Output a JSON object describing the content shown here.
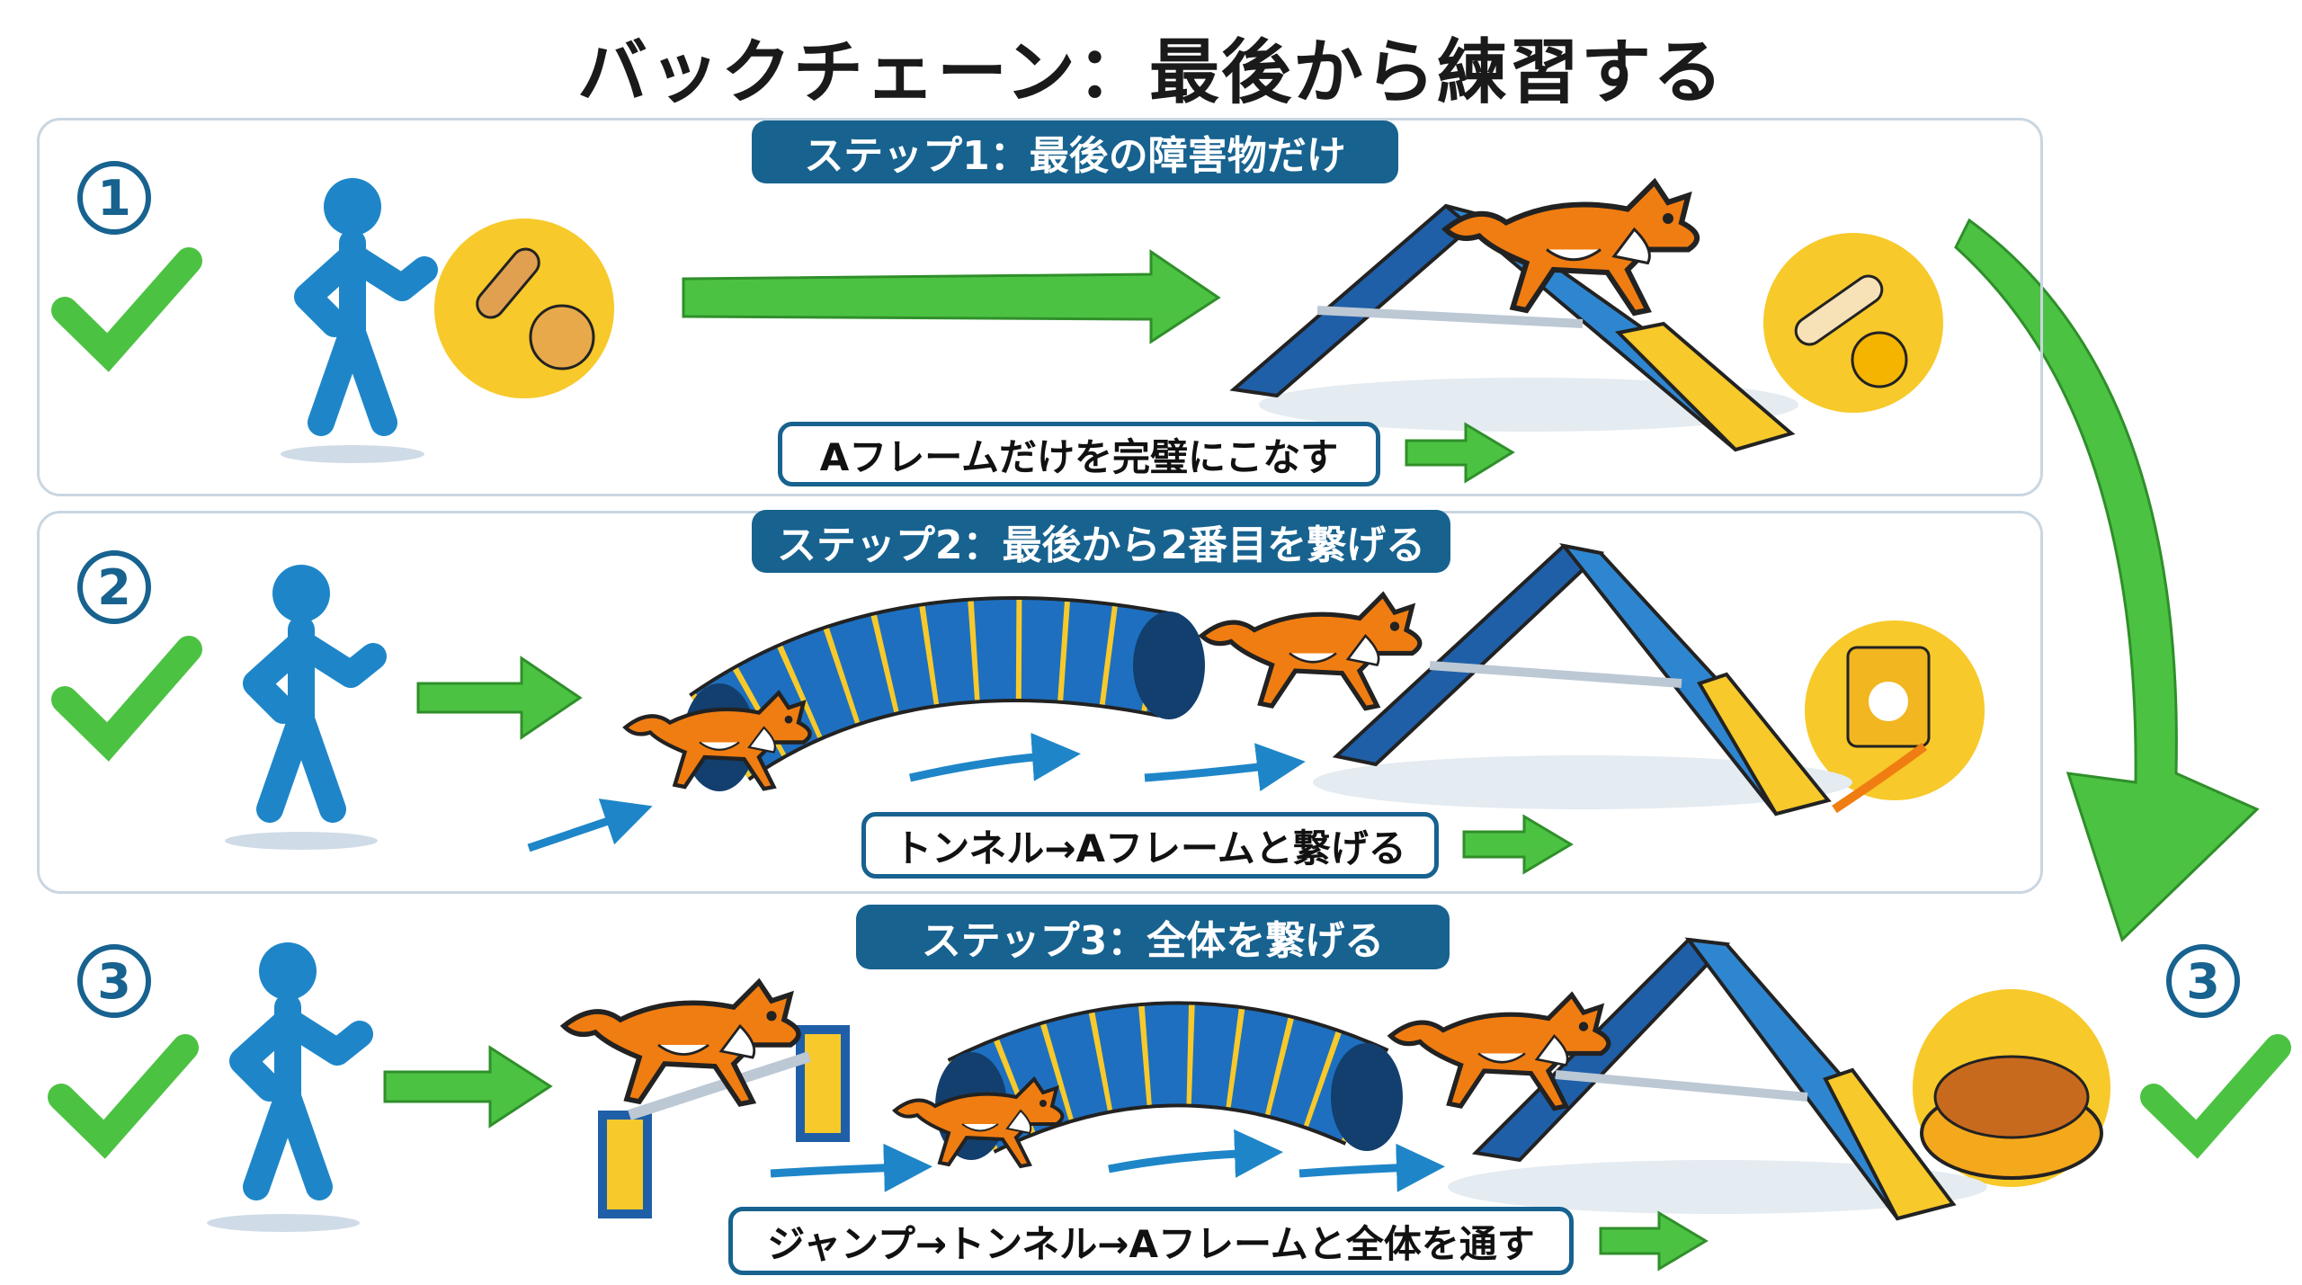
{
  "title": "バックチェーン：最後から練習する",
  "steps": [
    {
      "number": "1",
      "label": "ステップ1：最後の障害物だけ",
      "caption": "Aフレームだけを完璧にこなす"
    },
    {
      "number": "2",
      "label": "ステップ2：最後から2番目を繋げる",
      "caption": "トンネル→Aフレームと繋げる"
    },
    {
      "number": "3",
      "label": "ステップ3：全体を繋げる",
      "caption": "ジャンプ→トンネル→Aフレームと全体を通す"
    }
  ],
  "final_number": "3",
  "colors": {
    "accent": "#17628f",
    "green": "#4cc243",
    "figure": "#1e86c8",
    "dog": "#f07d12",
    "yellow": "#f7c92a"
  }
}
